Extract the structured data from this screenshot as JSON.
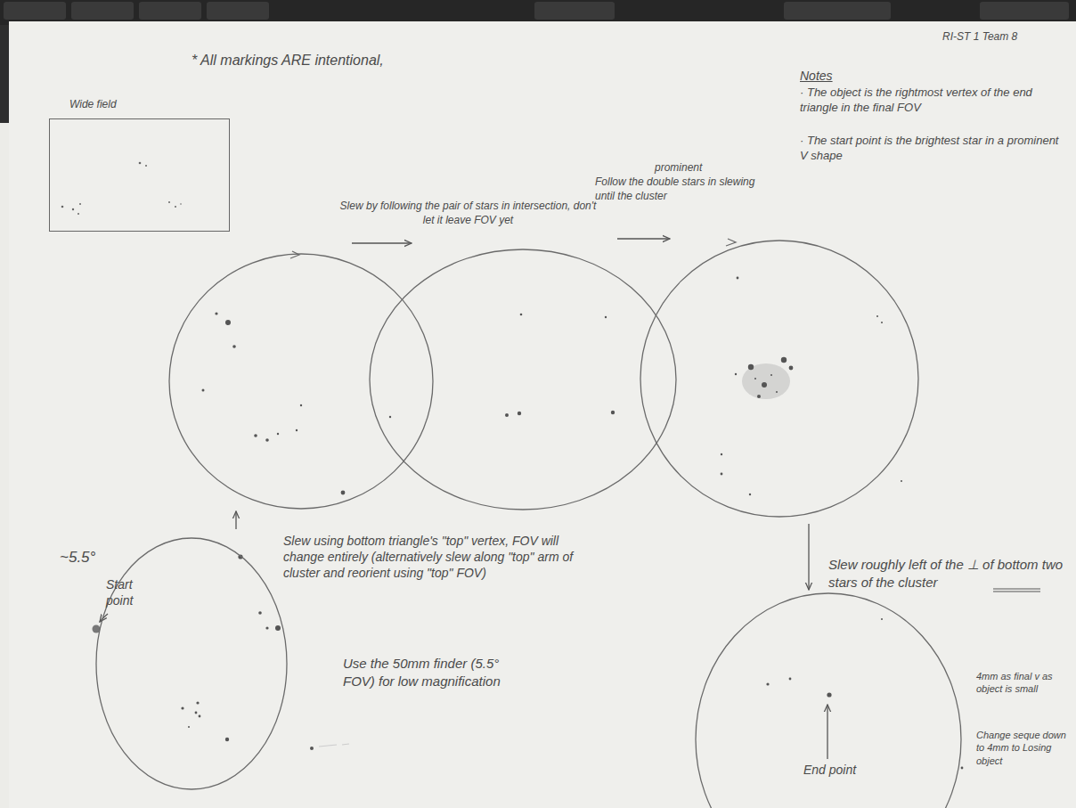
{
  "diagram": {
    "nodes": [
      {
        "text": [
          "Wide field"
        ]
      },
      {
        "text": [
          "~5.5°",
          "Start point"
        ]
      },
      {
        "text": [
          "End point"
        ]
      }
    ],
    "labels": [
      "RI-ST 1 Team 8",
      "* All markings ARE intentional,",
      "Notes",
      "· The object is the rightmost vertex of the end triangle in the final FOV",
      "· The start point is the brightest star in a prominent V shape",
      "Slew by following the pair of stars in intersection, don't let it leave FOV yet",
      "prominent",
      "Follow the double stars in slewing until the cluster",
      "Slew using bottom triangle's \"top\" vertex, FOV will change entirely (alternatively slew along \"top\" arm of cluster and reorient using \"top\" FOV)",
      "Use the 50mm finder (5.5° FOV) for low magnification",
      "Slew roughly left of the ⊥ of bottom two stars of the cluster",
      "4mm as final v as object is small",
      "Change seque down to 4mm to Losing object"
    ]
  }
}
